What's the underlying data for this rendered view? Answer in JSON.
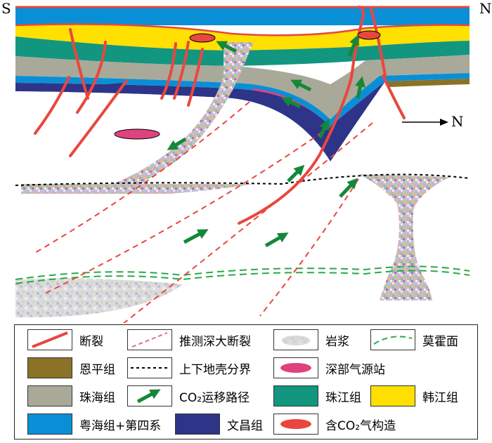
{
  "labels": {
    "south": "S",
    "north": "N",
    "north_arrow": "N"
  },
  "colors": {
    "fault": "#e8473f",
    "inferred_fault": "#e36a9a",
    "moho": "#2aa84a",
    "enping": "#8a7228",
    "zhuhai": "#a9a99a",
    "zhujiang": "#12967f",
    "hanjiang": "#ffe000",
    "yuehai": "#0a8fd6",
    "wenchang": "#2e3488",
    "gas_source": "#e0427f",
    "co2_path": "#14883a"
  },
  "legend": [
    {
      "key": "fault",
      "label": "断裂"
    },
    {
      "key": "inferred_fault",
      "label": "推测深大断裂"
    },
    {
      "key": "magma",
      "label": "岩浆"
    },
    {
      "key": "moho",
      "label": "莫霍面"
    },
    {
      "key": "enping",
      "label": "恩平组"
    },
    {
      "key": "crust_boundary",
      "label": "上下地壳分界"
    },
    {
      "key": "gas_source",
      "label": "深部气源站"
    },
    {
      "key": "zhuhai",
      "label": "珠海组"
    },
    {
      "key": "co2_path",
      "label": "CO₂运移路径"
    },
    {
      "key": "zhujiang",
      "label": "珠江组"
    },
    {
      "key": "hanjiang",
      "label": "韩江组"
    },
    {
      "key": "yuehai",
      "label": "粤海组+第四系"
    },
    {
      "key": "wenchang",
      "label": "文昌组"
    },
    {
      "key": "co2_trap",
      "label": "含CO₂气构造"
    }
  ]
}
